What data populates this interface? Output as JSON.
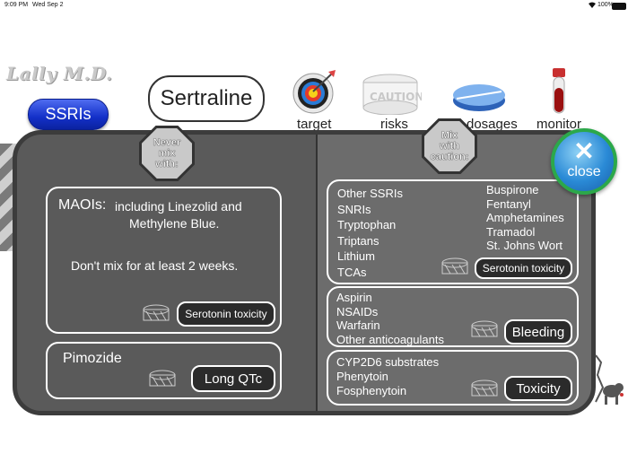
{
  "status_bar": {
    "time": "9:09 PM",
    "date": "Wed Sep 2",
    "battery": "100%"
  },
  "logo": "Lally M.D.",
  "drug_class_button": "SSRIs",
  "drug_name": "Sertraline",
  "tabs": [
    {
      "label": "target",
      "icon": "target-icon"
    },
    {
      "label": "risks",
      "icon": "caution-tape-icon"
    },
    {
      "label": "dosages",
      "icon": "pill-icon"
    },
    {
      "label": "monitor",
      "icon": "blood-tube-icon"
    }
  ],
  "never_mix": {
    "sign": [
      "Never",
      "mix",
      "with:"
    ],
    "maois": {
      "title": "MAOIs:",
      "detail_line1": "including Linezolid and",
      "detail_line2": "Methylene Blue.",
      "note": "Don't mix for at least 2 weeks.",
      "effect": "Serotonin toxicity"
    },
    "pimozide": {
      "title": "Pimozide",
      "effect": "Long QTc"
    }
  },
  "mix_with_caution": {
    "sign": [
      "Mix",
      "with",
      "caution:"
    ],
    "serotonin_group": {
      "left_items": [
        "Other SSRIs",
        "SNRIs",
        "Tryptophan",
        "Triptans",
        "Lithium",
        "TCAs"
      ],
      "right_items": [
        "Buspirone",
        "Fentanyl",
        "Amphetamines",
        "Tramadol",
        "St. Johns Wort"
      ],
      "effect": "Serotonin toxicity"
    },
    "bleeding_group": {
      "items": [
        "Aspirin",
        "NSAIDs",
        "Warfarin",
        "Other anticoagulants"
      ],
      "effect": "Bleeding"
    },
    "toxicity_group": {
      "items": [
        "CYP2D6 substrates",
        "Phenytoin",
        "Fosphenytoin"
      ],
      "effect": "Toxicity"
    }
  },
  "close_button": "close",
  "colors": {
    "ssri_blue": "#1330c8",
    "panel_dark": "#5a5a5a",
    "panel_right": "#6c6c6c",
    "close_green": "#2ca84a"
  }
}
